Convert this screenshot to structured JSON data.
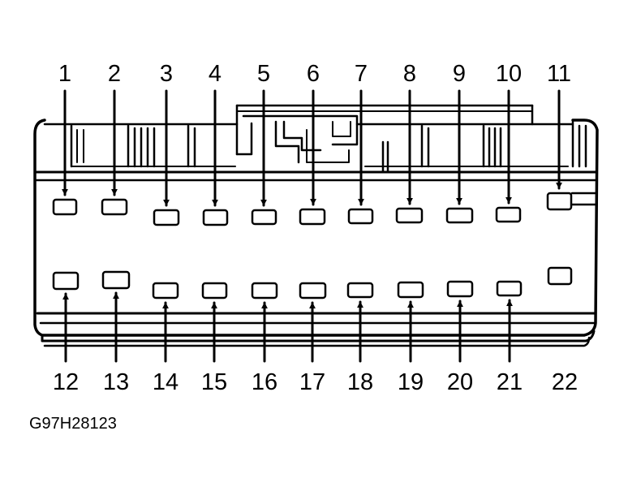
{
  "figure_code": "G97H28123",
  "top_pins": [
    "1",
    "2",
    "3",
    "4",
    "5",
    "6",
    "7",
    "8",
    "9",
    "10",
    "11"
  ],
  "bottom_pins": [
    "12",
    "13",
    "14",
    "15",
    "16",
    "17",
    "18",
    "19",
    "20",
    "21",
    "22"
  ],
  "colors": {
    "ink": "#000000",
    "paper": "#ffffff"
  }
}
